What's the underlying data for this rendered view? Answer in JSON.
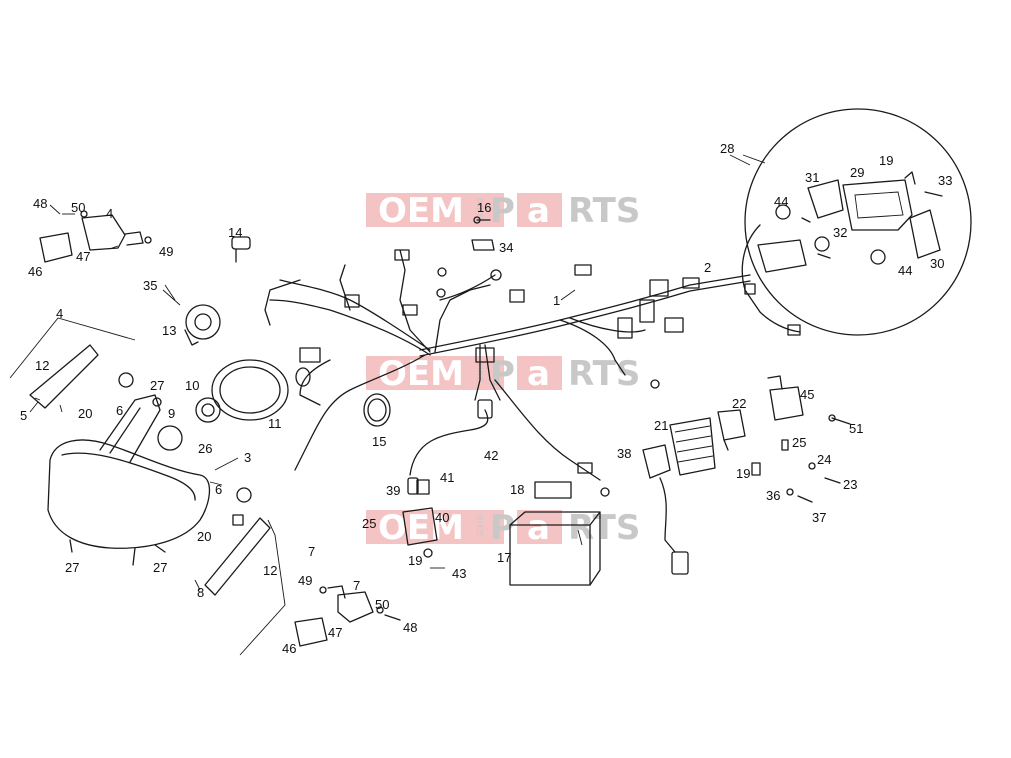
{
  "watermark": {
    "brand_left": "OEM",
    "brand_right_a": "P",
    "brand_right_b": "a",
    "brand_right_c": "RTS",
    "brand_vertical": "BIKE",
    "band_color": "#f4c4c4"
  },
  "callouts": {
    "c1": "1",
    "c2": "2",
    "c3": "3",
    "c4a": "4",
    "c4b": "4",
    "c5": "5",
    "c6a": "6",
    "c6b": "6",
    "c7a": "7",
    "c7b": "7",
    "c8": "8",
    "c9": "9",
    "c10": "10",
    "c11": "11",
    "c12a": "12",
    "c12b": "12",
    "c13": "13",
    "c14": "14",
    "c15": "15",
    "c16": "16",
    "c17": "17",
    "c18": "18",
    "c19a": "19",
    "c19b": "19",
    "c19c": "19",
    "c20a": "20",
    "c20b": "20",
    "c21": "21",
    "c22": "22",
    "c23": "23",
    "c24": "24",
    "c25a": "25",
    "c25b": "25",
    "c26": "26",
    "c27a": "27",
    "c27b": "27",
    "c27c": "27",
    "c28": "28",
    "c29": "29",
    "c30": "30",
    "c31": "31",
    "c32": "32",
    "c33": "33",
    "c34": "34",
    "c35": "35",
    "c36": "36",
    "c37": "37",
    "c38": "38",
    "c39": "39",
    "c40": "40",
    "c41": "41",
    "c42": "42",
    "c43": "43",
    "c44a": "44",
    "c44b": "44",
    "c45": "45",
    "c46a": "46",
    "c46b": "46",
    "c47a": "47",
    "c47b": "47",
    "c48a": "48",
    "c48b": "48",
    "c49a": "49",
    "c49b": "49",
    "c50a": "50",
    "c50b": "50",
    "c51": "51"
  }
}
